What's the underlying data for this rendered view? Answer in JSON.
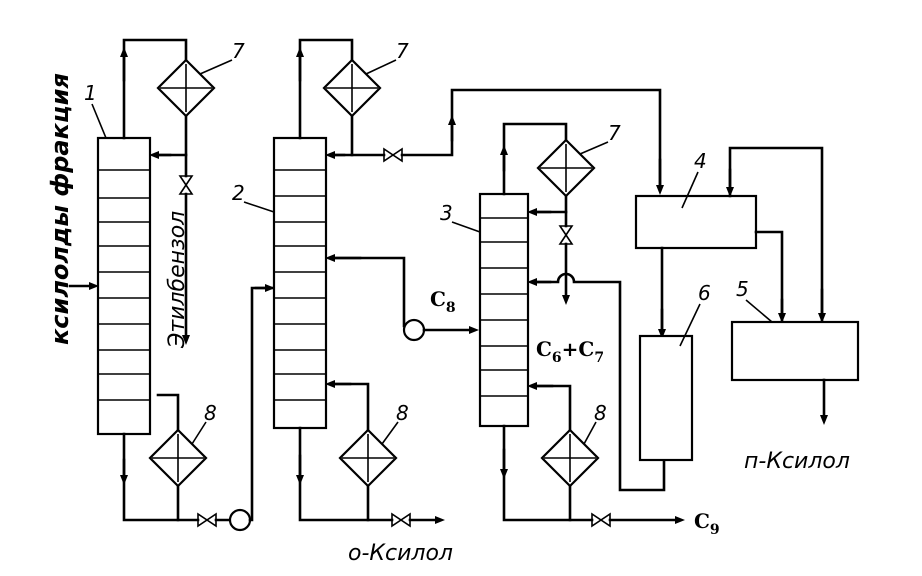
{
  "labels": {
    "feed": "ксилолды фракция",
    "ethylbenzene": "Этилбензол",
    "c8_main": "C",
    "c8_sub": "8",
    "c6c7_a": "C",
    "c6c7_a_sub": "6",
    "c6c7_plus": "+C",
    "c6c7_b_sub": "7",
    "c9_main": "C",
    "c9_sub": "9",
    "o_xylene": "о-Ксилол",
    "p_xylene": "п-Ксилол"
  },
  "numbers": {
    "n1": "1",
    "n2": "2",
    "n3": "3",
    "n4": "4",
    "n5": "5",
    "n6": "6",
    "n7a": "7",
    "n7b": "7",
    "n7c": "7",
    "n8a": "8",
    "n8b": "8",
    "n8c": "8"
  }
}
